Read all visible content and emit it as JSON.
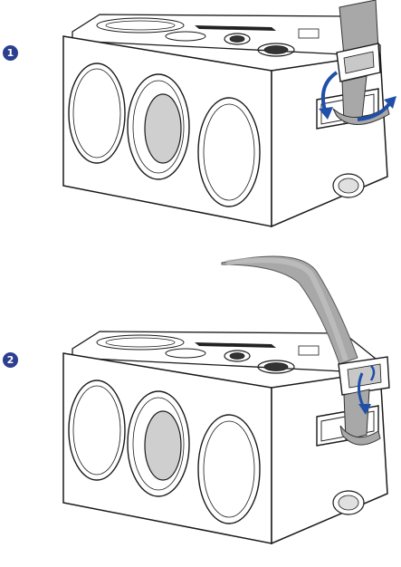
{
  "steps": [
    {
      "number": "1"
    },
    {
      "number": "2"
    }
  ],
  "colors": {
    "badge": "#2c3e8f",
    "arrow": "#1f4fa8",
    "strap": "#a8a8a8",
    "strap_light": "#c8c8c8",
    "outline": "#1a1a1a",
    "body": "#ffffff"
  },
  "icons": [
    "boombox-speaker",
    "carry-strap",
    "strap-buckle",
    "direction-arrow",
    "logo-badge"
  ]
}
